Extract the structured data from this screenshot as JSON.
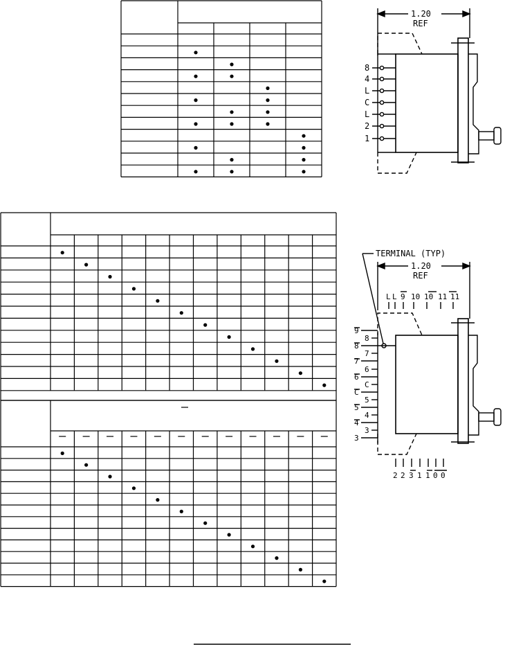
{
  "top_table": {
    "rows": 12,
    "cols": 4,
    "dots": [
      [
        1,
        0
      ],
      [
        2,
        1
      ],
      [
        3,
        0
      ],
      [
        3,
        1
      ],
      [
        4,
        2
      ],
      [
        5,
        0
      ],
      [
        5,
        2
      ],
      [
        6,
        1
      ],
      [
        6,
        2
      ],
      [
        7,
        0
      ],
      [
        7,
        1
      ],
      [
        7,
        2
      ],
      [
        8,
        3
      ],
      [
        9,
        0
      ],
      [
        9,
        3
      ],
      [
        10,
        1
      ],
      [
        10,
        3
      ],
      [
        11,
        0
      ],
      [
        11,
        1
      ],
      [
        11,
        3
      ]
    ]
  },
  "mid_table": {
    "rows": 12,
    "cols": 12,
    "dots": [
      [
        0,
        0
      ],
      [
        1,
        1
      ],
      [
        2,
        2
      ],
      [
        3,
        3
      ],
      [
        4,
        4
      ],
      [
        5,
        5
      ],
      [
        6,
        6
      ],
      [
        7,
        7
      ],
      [
        8,
        8
      ],
      [
        9,
        9
      ],
      [
        10,
        10
      ],
      [
        11,
        11
      ]
    ]
  },
  "bottom_table": {
    "rows": 12,
    "cols": 12,
    "dots": [
      [
        0,
        0
      ],
      [
        1,
        1
      ],
      [
        2,
        2
      ],
      [
        3,
        3
      ],
      [
        4,
        4
      ],
      [
        5,
        5
      ],
      [
        6,
        6
      ],
      [
        7,
        7
      ],
      [
        8,
        8
      ],
      [
        9,
        9
      ],
      [
        10,
        10
      ],
      [
        11,
        11
      ]
    ]
  },
  "diagram_top": {
    "dimension": "1.20",
    "ref": "REF",
    "terminals": [
      "8",
      "4",
      "L",
      "C",
      "L",
      "2",
      "1"
    ]
  },
  "diagram_bottom": {
    "callout": "TERMINAL (TYP)",
    "dimension": "1.20",
    "ref": "REF",
    "top_labels": [
      "L",
      "L",
      "9",
      "10",
      "10",
      "11",
      "11"
    ],
    "left_labels": [
      "9",
      "8",
      "8",
      "7",
      "7",
      "6",
      "6",
      "C",
      "C",
      "5",
      "5",
      "4",
      "4",
      "3",
      "3"
    ],
    "bottom_labels": [
      "2",
      "2",
      "3",
      "1",
      "1",
      "0",
      "0"
    ]
  }
}
